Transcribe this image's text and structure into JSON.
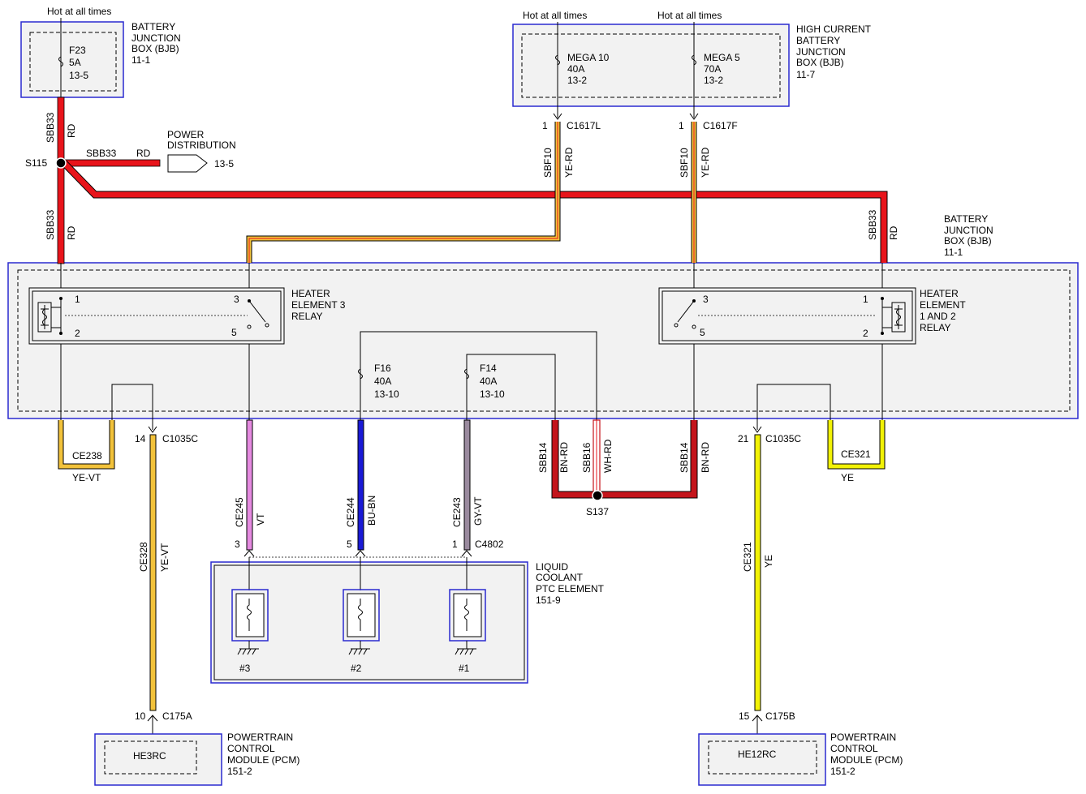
{
  "colors": {
    "RD": "#e8141b",
    "YE": "#f2f206",
    "YE_RD_stripe": "#e8141b",
    "YE_VT_core": "#f2c23a",
    "VT": "#e58ae0",
    "BU_BN": "#1a1ad6",
    "GY_VT": "#9a8a9e",
    "BN_RD": "#c4141b",
    "WH_RD": "#ffffff",
    "box_border": "#2a2ad0",
    "box_fill": "#f2f2f2"
  },
  "bjb_top": {
    "hot": "Hot at all times",
    "fuse": [
      "F23",
      "5A",
      "13-5"
    ],
    "label": [
      "BATTERY",
      "JUNCTION",
      "BOX (BJB)",
      "11-1"
    ]
  },
  "hcbjb": {
    "hot1": "Hot at all times",
    "hot2": "Hot at all times",
    "fuse1": [
      "MEGA 10",
      "40A",
      "13-2"
    ],
    "fuse2": [
      "MEGA 5",
      "70A",
      "13-2"
    ],
    "label": [
      "HIGH CURRENT",
      "BATTERY",
      "JUNCTION",
      "BOX (BJB)",
      "11-7"
    ]
  },
  "splice_s115": "S115",
  "power_dist": {
    "label": [
      "POWER",
      "DISTRIBUTION"
    ],
    "ref": "13-5",
    "circuit": "SBB33",
    "color": "RD"
  },
  "wire_left_top": {
    "circuit": "SBB33",
    "color": "RD"
  },
  "wire_left_mid": {
    "circuit": "SBB33",
    "color": "RD"
  },
  "wire_right_top": {
    "circuit": "SBB33",
    "color": "RD"
  },
  "c1617l": {
    "pin": "1",
    "name": "C1617L",
    "circuit": "SBF10",
    "color": "YE-RD"
  },
  "c1617f": {
    "pin": "1",
    "name": "C1617F",
    "circuit": "SBF10",
    "color": "YE-RD"
  },
  "bjb_main_label": [
    "BATTERY",
    "JUNCTION",
    "BOX (BJB)",
    "11-1"
  ],
  "relay_left": {
    "label": [
      "HEATER",
      "ELEMENT 3",
      "RELAY"
    ],
    "pins": [
      "1",
      "2",
      "3",
      "5"
    ]
  },
  "relay_right": {
    "label": [
      "HEATER",
      "ELEMENT",
      "1 AND 2",
      "RELAY"
    ],
    "pins": [
      "3",
      "5",
      "1",
      "2"
    ]
  },
  "f16": [
    "F16",
    "40A",
    "13-10"
  ],
  "f14": [
    "F14",
    "40A",
    "13-10"
  ],
  "ce238": {
    "name": "CE238",
    "color": "YE-VT"
  },
  "ce321_loop": {
    "name": "CE321",
    "color": "YE"
  },
  "c1035c_left": {
    "pin": "14",
    "name": "C1035C"
  },
  "c1035c_right": {
    "pin": "21",
    "name": "C1035C"
  },
  "sbb14_left": {
    "circuit": "SBB14",
    "color": "BN-RD"
  },
  "sbb16": {
    "circuit": "SBB16",
    "color": "WH-RD"
  },
  "sbb14_right": {
    "circuit": "SBB14",
    "color": "BN-RD"
  },
  "splice_s137": "S137",
  "ce245": {
    "circuit": "CE245",
    "color": "VT",
    "pin": "3"
  },
  "ce244": {
    "circuit": "CE244",
    "color": "BU-BN",
    "pin": "5"
  },
  "ce243": {
    "circuit": "CE243",
    "color": "GY-VT",
    "pin": "1",
    "connector": "C4802"
  },
  "ce328": {
    "circuit": "CE328",
    "color": "YE-VT"
  },
  "ce321_long": {
    "circuit": "CE321",
    "color": "YE"
  },
  "ptc": {
    "label": [
      "LIQUID",
      "COOLANT",
      "PTC ELEMENT",
      "151-9"
    ],
    "elements": [
      "#3",
      "#2",
      "#1"
    ]
  },
  "c175a": {
    "pin": "10",
    "name": "C175A"
  },
  "c175b": {
    "pin": "15",
    "name": "C175B"
  },
  "pcm_left": {
    "pin_name": "HE3RC",
    "label": [
      "POWERTRAIN",
      "CONTROL",
      "MODULE (PCM)",
      "151-2"
    ]
  },
  "pcm_right": {
    "pin_name": "HE12RC",
    "label": [
      "POWERTRAIN",
      "CONTROL",
      "MODULE (PCM)",
      "151-2"
    ]
  }
}
